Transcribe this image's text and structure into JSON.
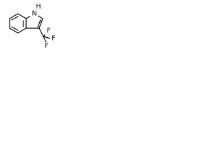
{
  "molecule": {
    "atoms": {
      "nitrogen_label": "N",
      "nitrogen_hydrogen_label": "H",
      "fluorine_top_label": "F",
      "fluorine_right_label": "F",
      "fluorine_bottom_label": "F"
    }
  }
}
